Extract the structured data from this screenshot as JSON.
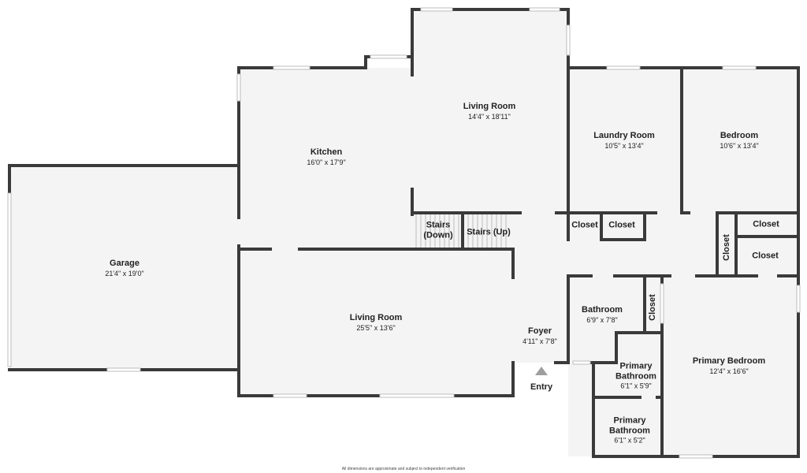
{
  "rooms": {
    "garage": {
      "name": "Garage",
      "dims": "21'4\" x 19'0\""
    },
    "kitchen": {
      "name": "Kitchen",
      "dims": "16'0\" x 17'9\""
    },
    "living_upper": {
      "name": "Living Room",
      "dims": "14'4\" x 18'11\""
    },
    "laundry": {
      "name": "Laundry Room",
      "dims": "10'5\" x 13'4\""
    },
    "bedroom": {
      "name": "Bedroom",
      "dims": "10'6\" x 13'4\""
    },
    "stairs_down": {
      "name_line1": "Stairs",
      "name_line2": "(Down)"
    },
    "stairs_up": {
      "name": "Stairs (Up)"
    },
    "closet_a": {
      "name": "Closet"
    },
    "closet_b": {
      "name": "Closet"
    },
    "closet_c": {
      "name": "Closet"
    },
    "closet_d": {
      "name": "Closet"
    },
    "closet_vert_1": {
      "name": "Closet"
    },
    "closet_vert_2": {
      "name": "Closet"
    },
    "living_lower": {
      "name": "Living Room",
      "dims": "25'5\" x 13'6\""
    },
    "foyer": {
      "name": "Foyer",
      "dims": "4'11\" x 7'8\""
    },
    "bathroom": {
      "name": "Bathroom",
      "dims": "6'9\" x 7'8\""
    },
    "primary_bath_1": {
      "name_line1": "Primary",
      "name_line2": "Bathroom",
      "dims": "6'1\" x 5'9\""
    },
    "primary_bath_2": {
      "name_line1": "Primary",
      "name_line2": "Bathroom",
      "dims": "6'1\" x 5'2\""
    },
    "primary_bedroom": {
      "name": "Primary Bedroom",
      "dims": "12'4\" x 16'6\""
    }
  },
  "entry": {
    "label": "Entry"
  },
  "disclaimer": "All dimensions are approximate and subject to independent verification",
  "colors": {
    "wall": "#3a3a3a",
    "floor": "#f4f4f4",
    "window": "#bdbdbd",
    "arrow": "#9e9e9e"
  }
}
